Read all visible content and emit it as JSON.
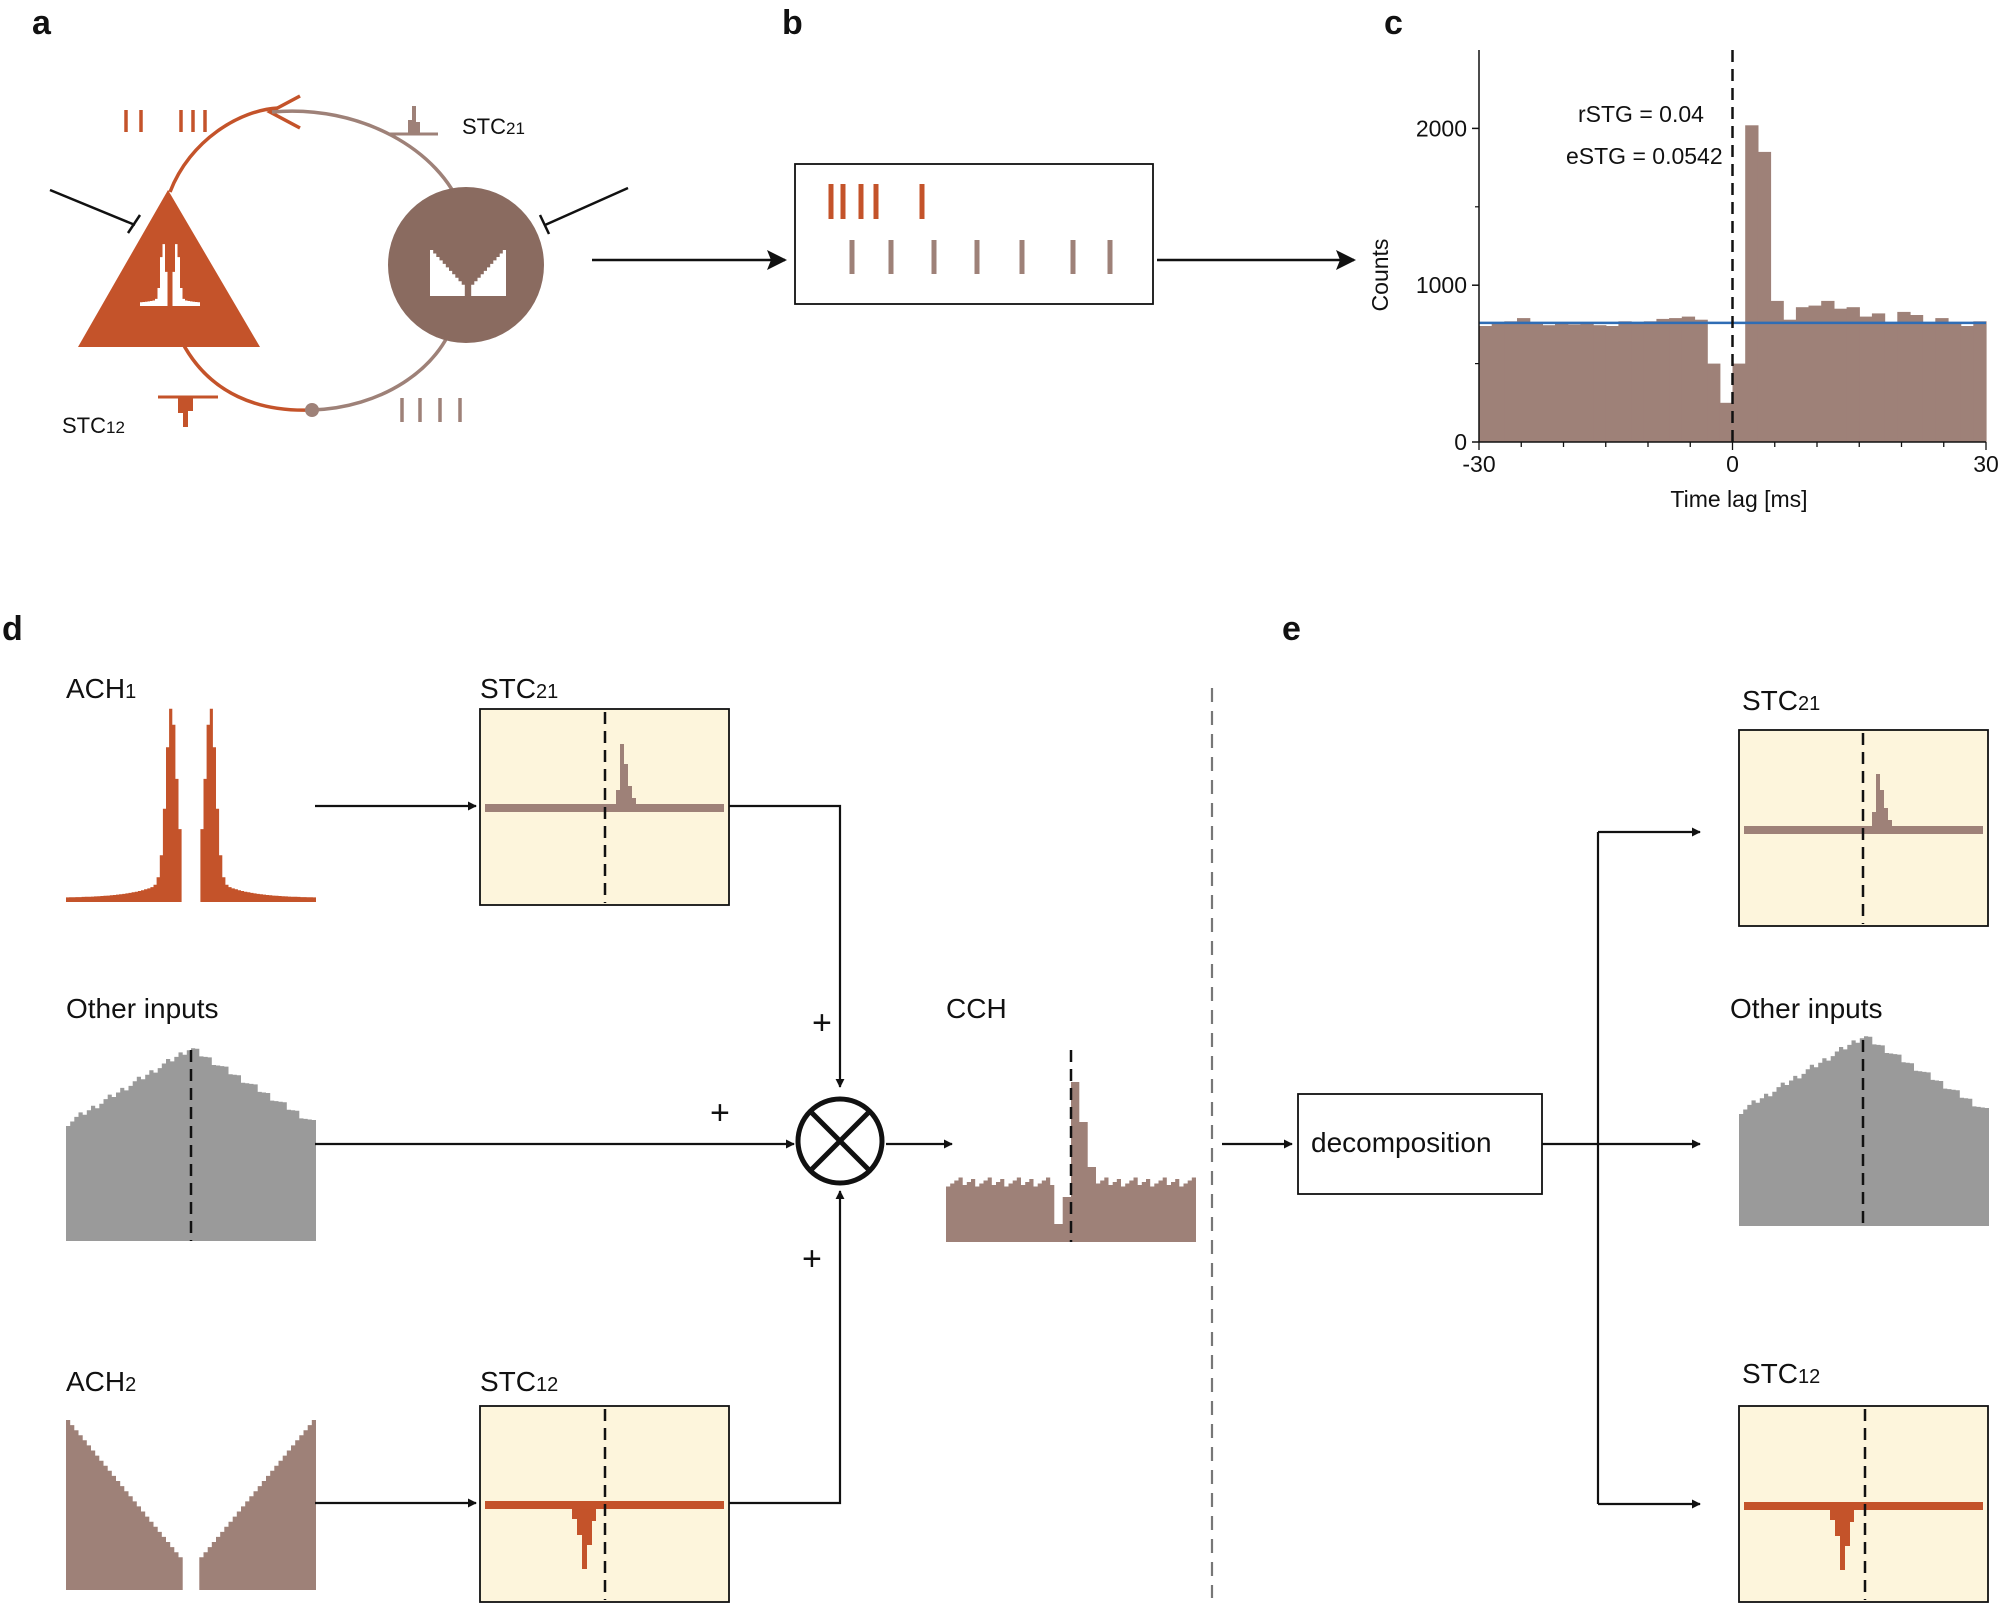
{
  "panels": {
    "a": "a",
    "b": "b",
    "c": "c",
    "d": "d",
    "e": "e"
  },
  "colors": {
    "orange": "#c4532a",
    "brown": "#9e8178",
    "neuron_brown": "#8a6b60",
    "gray": "#9a9a9a",
    "cream": "#fdf5dc",
    "blue": "#2f6db5"
  },
  "panel_a": {
    "stc21": {
      "base": "STC",
      "sub": "21"
    },
    "stc12": {
      "base": "STC",
      "sub": "12"
    }
  },
  "panel_c": {
    "chart_data": {
      "type": "bar",
      "x": [
        -29.25,
        -27.75,
        -26.25,
        -24.75,
        -23.25,
        -21.75,
        -20.25,
        -18.75,
        -17.25,
        -15.75,
        -14.25,
        -12.75,
        -11.25,
        -9.75,
        -8.25,
        -6.75,
        -5.25,
        -3.75,
        -2.25,
        -0.75,
        0.75,
        2.25,
        3.75,
        5.25,
        6.75,
        8.25,
        9.75,
        11.25,
        12.75,
        14.25,
        15.75,
        17.25,
        18.75,
        20.25,
        21.75,
        23.25,
        24.75,
        26.25,
        27.75,
        29.25
      ],
      "values": [
        740,
        760,
        770,
        790,
        760,
        745,
        755,
        750,
        760,
        745,
        740,
        770,
        760,
        770,
        785,
        790,
        800,
        780,
        500,
        250,
        500,
        2020,
        1850,
        900,
        780,
        860,
        870,
        900,
        850,
        860,
        800,
        820,
        760,
        830,
        810,
        760,
        790,
        760,
        740,
        770
      ],
      "baseline": 760,
      "xlim": [
        -30,
        30
      ],
      "ylim": [
        0,
        2500
      ],
      "xticks": [
        -30,
        0,
        30
      ],
      "yticks": [
        0,
        1000,
        2000
      ],
      "xlabel": "Time lag [ms]",
      "ylabel": "Counts",
      "annotations": [
        "rSTG = 0.04",
        "eSTG = 0.0542"
      ]
    }
  },
  "panel_d": {
    "ach1": {
      "base": "ACH",
      "sub": "1"
    },
    "ach2": {
      "base": "ACH",
      "sub": "2"
    },
    "other_inputs": "Other inputs",
    "stc21": {
      "base": "STC",
      "sub": "21"
    },
    "stc12": {
      "base": "STC",
      "sub": "12"
    },
    "cch": "CCH",
    "plus": "+"
  },
  "panel_e": {
    "decomposition": "decomposition",
    "stc21": {
      "base": "STC",
      "sub": "21"
    },
    "stc12": {
      "base": "STC",
      "sub": "12"
    },
    "other_inputs": "Other inputs"
  }
}
